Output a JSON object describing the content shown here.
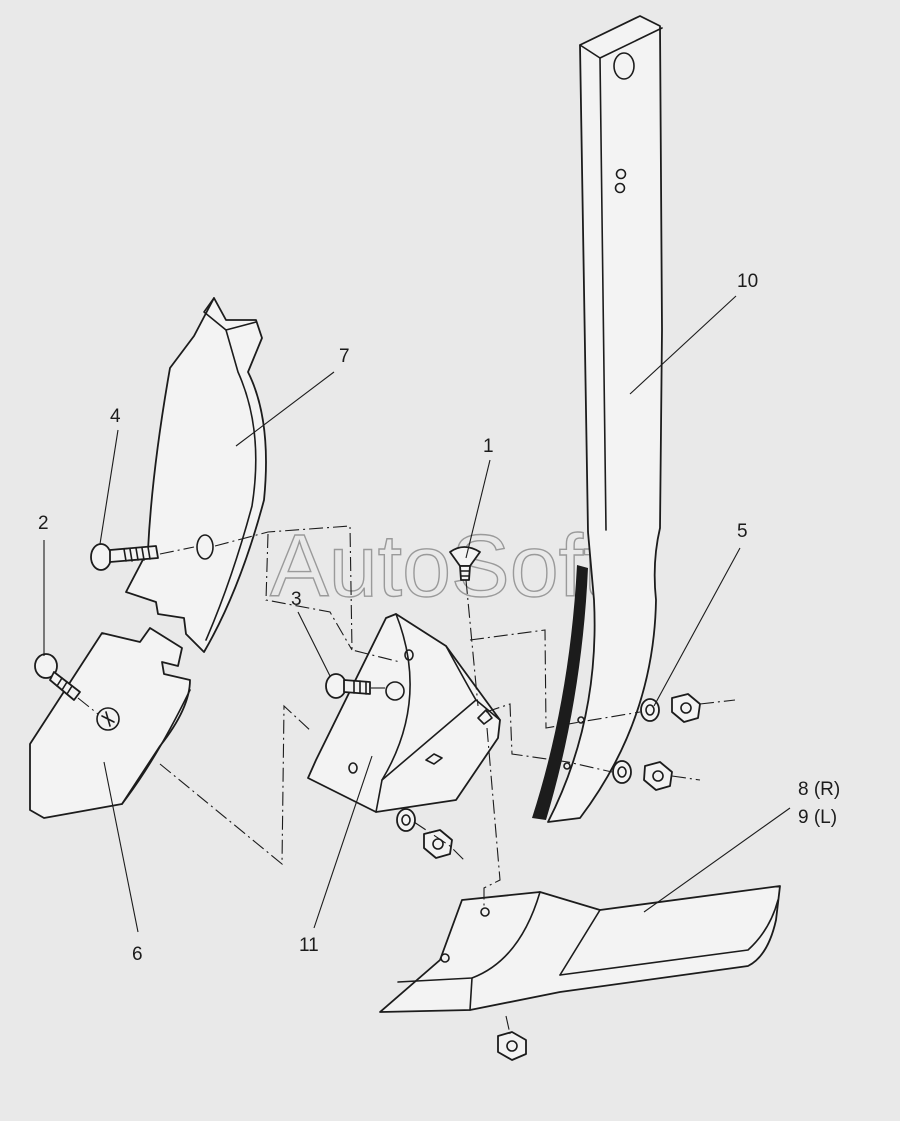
{
  "watermark": "AutoSoft",
  "labels": {
    "p1": "1",
    "p2": "2",
    "p3": "3",
    "p4": "4",
    "p5": "5",
    "p6": "6",
    "p7": "7",
    "p8": "8 (R)",
    "p9": "9 (L)",
    "p10": "10",
    "p11": "11"
  }
}
